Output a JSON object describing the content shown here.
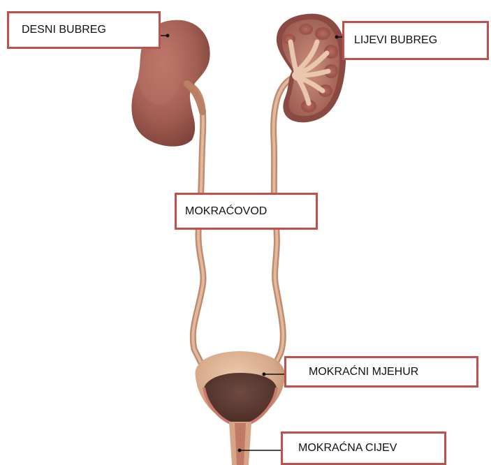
{
  "labels": {
    "right_kidney": "DESNI BUBREG",
    "left_kidney": "LIJEVI BUBREG",
    "ureter": "MOKRAĆOVOD",
    "bladder": "MOKRAĆNI MJEHUR",
    "urethra": "MOKRAĆNA CIJEV"
  },
  "colors": {
    "kidney": "#a8655a",
    "kidney_dark": "#8a4a42",
    "tube": "#d8a888",
    "bladder": "#dcb090",
    "label_border": "#c0504d"
  }
}
